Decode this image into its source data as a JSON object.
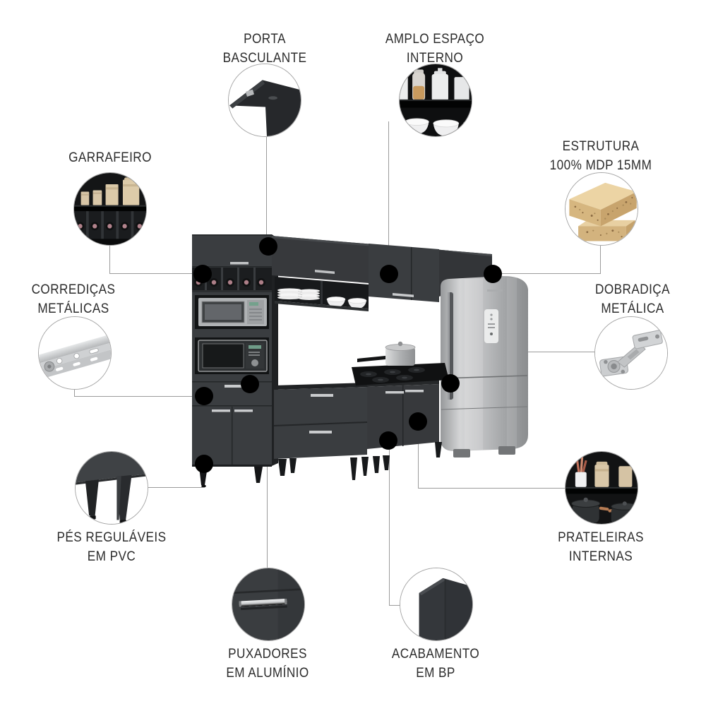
{
  "title": "kitchen-cabinet-features-infographic",
  "features": [
    {
      "id": "porta-basculante",
      "lines": [
        "PORTA",
        "BASCULANTE"
      ]
    },
    {
      "id": "amplo-espaco-interno",
      "lines": [
        "AMPLO ESPAÇO",
        "INTERNO"
      ]
    },
    {
      "id": "garrafeiro",
      "lines": [
        "GARRAFEIRO"
      ]
    },
    {
      "id": "estrutura-mdp",
      "lines": [
        "ESTRUTURA",
        "100% MDP 15MM"
      ]
    },
    {
      "id": "corredicas-metalicas",
      "lines": [
        "CORREDIÇAS",
        "METÁLICAS"
      ]
    },
    {
      "id": "dobradica-metalica",
      "lines": [
        "DOBRADIÇA",
        "METÁLICA"
      ]
    },
    {
      "id": "pes-regulaveis",
      "lines": [
        "PÉS REGULÁVEIS",
        "EM PVC"
      ]
    },
    {
      "id": "prateleiras-internas",
      "lines": [
        "PRATELEIRAS",
        "INTERNAS"
      ]
    },
    {
      "id": "puxadores-aluminio",
      "lines": [
        "PUXADORES",
        "EM ALUMÍNIO"
      ]
    },
    {
      "id": "acabamento-bp",
      "lines": [
        "ACABAMENTO",
        "EM BP"
      ]
    }
  ],
  "colors": {
    "background": "#ffffff",
    "label_text": "#2c2c2c",
    "connector_line": "#9b9b9b",
    "callout_dot": "#000000",
    "cabinet_dark_gray": "#3a3d40",
    "steel_appliance": "#b9bbbd",
    "mdp_wood": "#d6b67f",
    "wine_cap_pink": "#b2838c",
    "copper_handle": "#b57b53"
  }
}
